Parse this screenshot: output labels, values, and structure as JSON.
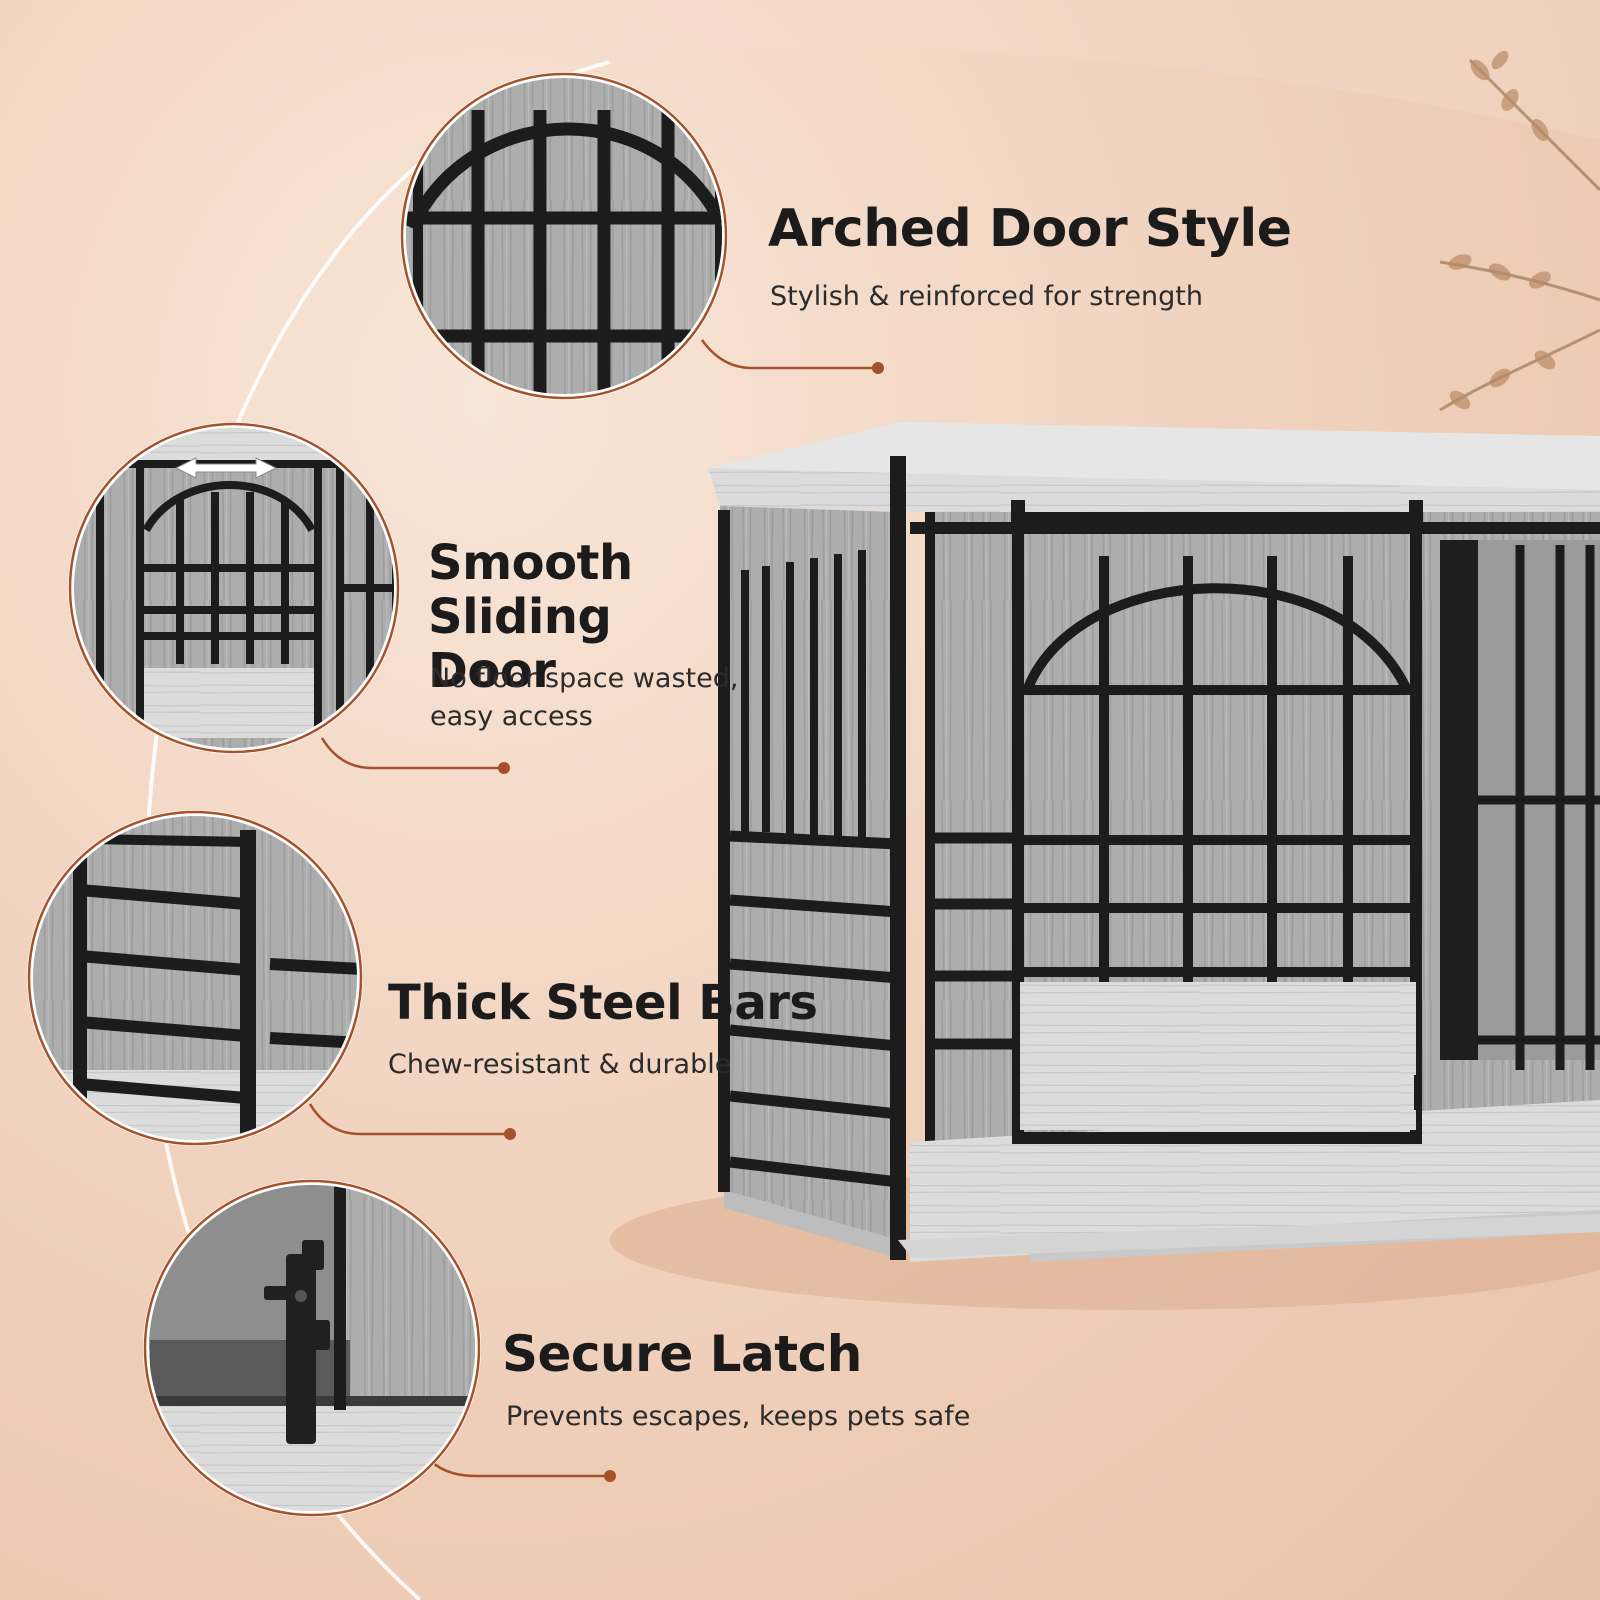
{
  "features": [
    {
      "title": "Arched Door Style",
      "subtitle": "Stylish & reinforced for strength",
      "icon": "arched-door-closeup"
    },
    {
      "title": "Smooth Sliding Door",
      "subtitle": "No floor space wasted, easy access",
      "icon": "sliding-door-closeup"
    },
    {
      "title": "Thick Steel Bars",
      "subtitle": "Chew-resistant & durable",
      "icon": "steel-bars-closeup"
    },
    {
      "title": "Secure Latch",
      "subtitle": "Prevents escapes, keeps pets safe",
      "icon": "latch-closeup"
    }
  ],
  "colors": {
    "background": "#f1d3bf",
    "accent": "#a5522a",
    "frame_black": "#1c1c1c",
    "wood_grey": "#a8a8a8",
    "text_dark": "#1b1b1b"
  }
}
